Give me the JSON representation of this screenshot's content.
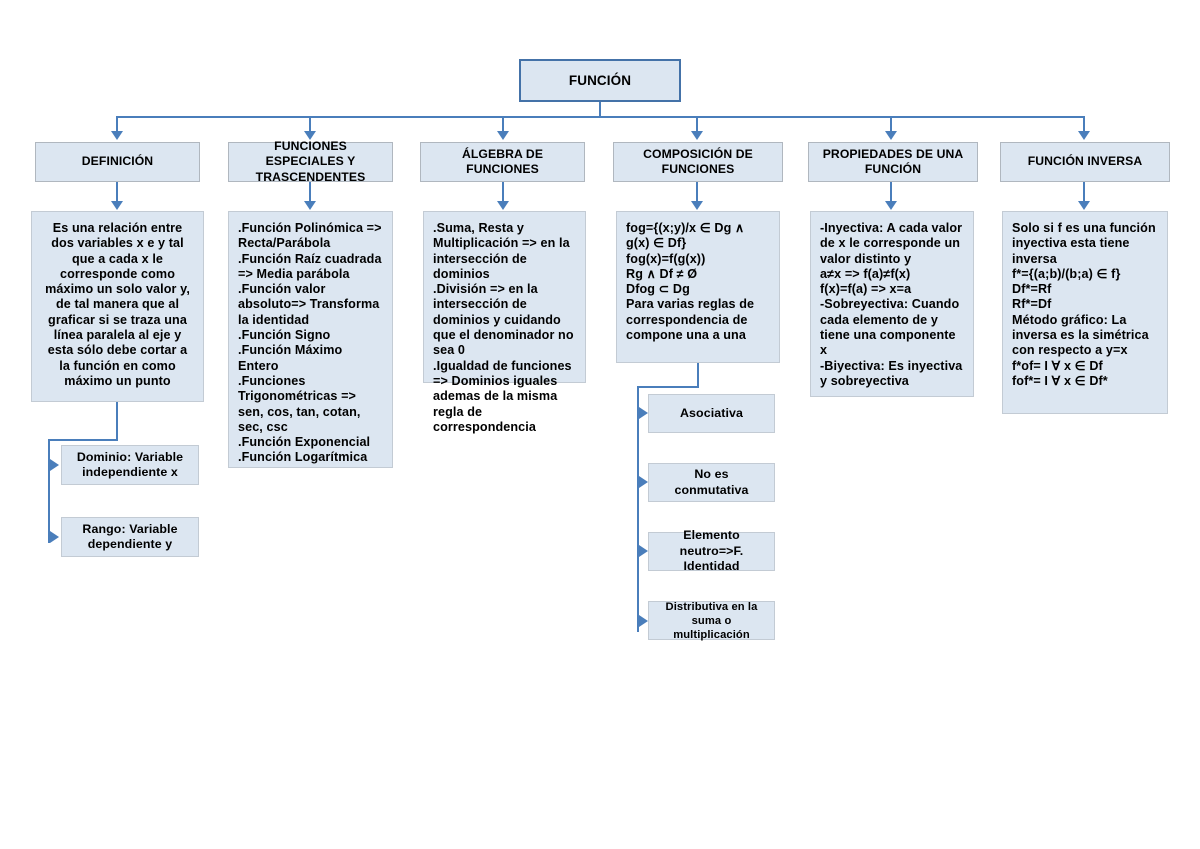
{
  "diagram": {
    "title": "FUNCIÓN",
    "accent_color": "#4a7ebb",
    "node_fill": "#dce6f1",
    "root": {
      "label": "FUNCIÓN"
    },
    "branches": [
      {
        "header": "DEFINICIÓN",
        "body": "Es una relación entre dos variables x e y tal que a cada x le corresponde como máximo un solo valor y, de tal manera que al graficar si se traza una línea paralela al eje y esta sólo debe cortar a la función en como máximo un punto",
        "children": [
          {
            "label": "Dominio: Variable independiente x"
          },
          {
            "label": "Rango: Variable dependiente y"
          }
        ]
      },
      {
        "header": "FUNCIONES ESPECIALES Y TRASCENDENTES",
        "body": ".Función Polinómica => Recta/Parábola\n.Función Raíz cuadrada => Media parábola\n.Función valor absoluto=> Transforma la identidad\n.Función Signo\n.Función Máximo Entero\n.Funciones Trigonométricas => sen, cos, tan, cotan, sec, csc\n.Función Exponencial\n.Función Logarítmica",
        "children": []
      },
      {
        "header": "ÁLGEBRA DE FUNCIONES",
        "body": ".Suma, Resta y Multiplicación => en la intersección de dominios\n.División => en la intersección de dominios y cuidando que el denominador no sea 0\n.Igualdad de funciones => Dominios iguales ademas de la misma regla de correspondencia",
        "children": []
      },
      {
        "header": "COMPOSICIÓN DE FUNCIONES",
        "body": "fog={(x;y)/x ∈ Dg ∧ g(x) ∈ Df}\nfog(x)=f(g(x))\nRg ∧ Df ≠ Ø\nDfog ⊂ Dg\nPara varias reglas de correspondencia de compone una a una",
        "children": [
          {
            "label": "Asociativa"
          },
          {
            "label": "No es conmutativa"
          },
          {
            "label": "Elemento neutro=>F. Identidad"
          },
          {
            "label": "Distributiva en la suma o multiplicación"
          }
        ]
      },
      {
        "header": "PROPIEDADES DE UNA FUNCIÓN",
        "body": "-Inyectiva: A cada valor de x le corresponde un valor distinto y\na≠x => f(a)≠f(x)\nf(x)=f(a) => x=a\n-Sobreyectiva: Cuando cada elemento de y tiene una componente x\n-Biyectiva: Es inyectiva y sobreyectiva",
        "children": []
      },
      {
        "header": "FUNCIÓN INVERSA",
        "body": "Solo si f es una función inyectiva esta tiene inversa\nf*={(a;b)/(b;a) ∈ f}\nDf*=Rf\nRf*=Df\nMétodo gráfico: La inversa es la simétrica con respecto a y=x\nf*of= I ∀ x ∈ Df\nfof*= I ∀ x ∈ Df*",
        "children": []
      }
    ]
  }
}
